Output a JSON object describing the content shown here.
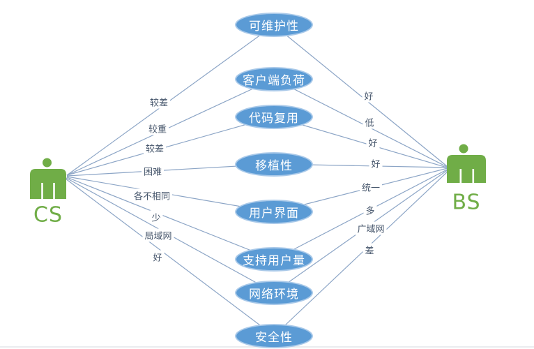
{
  "diagram": {
    "title_hint": "CS vs BS architecture comparison diagram",
    "left_node": {
      "label": "CS"
    },
    "right_node": {
      "label": "BS"
    },
    "rows": [
      {
        "topic": "可维护性",
        "left": "较差",
        "right": "好"
      },
      {
        "topic": "客户端负荷",
        "left": "较重",
        "right": "低"
      },
      {
        "topic": "代码复用",
        "left": "较差",
        "right": "好"
      },
      {
        "topic": "移植性",
        "left": "困难",
        "right": "好"
      },
      {
        "topic": "用户界面",
        "left": "各不相同",
        "right": "统一"
      },
      {
        "topic": "支持用户量",
        "left": "少",
        "right": "多"
      },
      {
        "topic": "网络环境",
        "left": "局域网",
        "right": "广域网"
      },
      {
        "topic": "安全性",
        "left": "好",
        "right": "差"
      }
    ],
    "colors": {
      "ellipse_fill": "#5B9BD5",
      "ellipse_border": "#A9C9E9",
      "ellipse_text": "#FFFFFF",
      "connector_line": "#8CA5C6",
      "side_label_text": "#44546A",
      "person_green": "#70AD47",
      "bottom_rule": "#E3E6EA"
    }
  }
}
